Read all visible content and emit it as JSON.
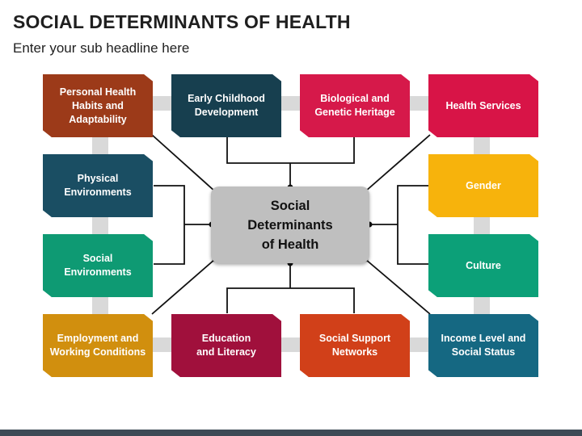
{
  "header": {
    "title": "SOCIAL DETERMINANTS OF HEALTH",
    "subtitle": "Enter your sub headline here"
  },
  "center": {
    "label": "Social\nDeterminants\nof Health",
    "color": "#bfbfbf"
  },
  "factors": [
    {
      "label": "Personal Health\nHabits and\nAdaptability",
      "color": "#9c3a19"
    },
    {
      "label": "Early Childhood\nDevelopment",
      "color": "#173f4f"
    },
    {
      "label": "Biological and\nGenetic Heritage",
      "color": "#d6194a"
    },
    {
      "label": "Health Services",
      "color": "#d81447"
    },
    {
      "label": "Physical\nEnvironments",
      "color": "#1a4e63"
    },
    {
      "label": "Gender",
      "color": "#f7b30c"
    },
    {
      "label": "Social\nEnvironments",
      "color": "#0e9a73"
    },
    {
      "label": "Culture",
      "color": "#0ca078"
    },
    {
      "label": "Employment and\nWorking Conditions",
      "color": "#d18f0e"
    },
    {
      "label": "Education\nand Literacy",
      "color": "#a0103c"
    },
    {
      "label": "Social Support\nNetworks",
      "color": "#d14019"
    },
    {
      "label": "Income Level and\nSocial Status",
      "color": "#156882"
    }
  ]
}
